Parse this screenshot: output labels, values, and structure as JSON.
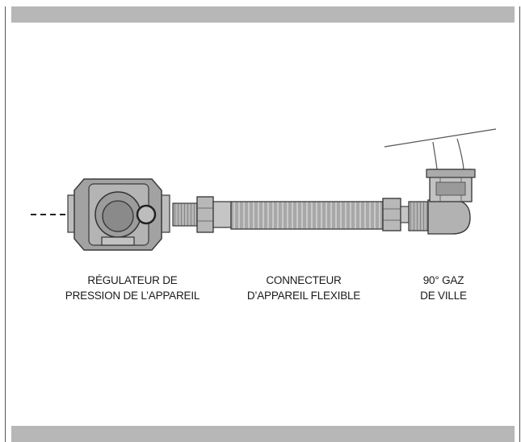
{
  "labels": {
    "regulator": {
      "line1": "RÉGULATEUR DE",
      "line2": "PRESSION DE L’APPAREIL"
    },
    "connector": {
      "line1": "CONNECTEUR",
      "line2": "D’APPAREIL FLEXIBLE"
    },
    "gas_elbow": {
      "line1": "90° GAZ",
      "line2": "DE VILLE"
    }
  },
  "colors": {
    "frame_bar": "#b7b7b7",
    "part_fill": "#9a9a9a",
    "part_light": "#c8c8c8",
    "outline": "#3a3a3a"
  }
}
